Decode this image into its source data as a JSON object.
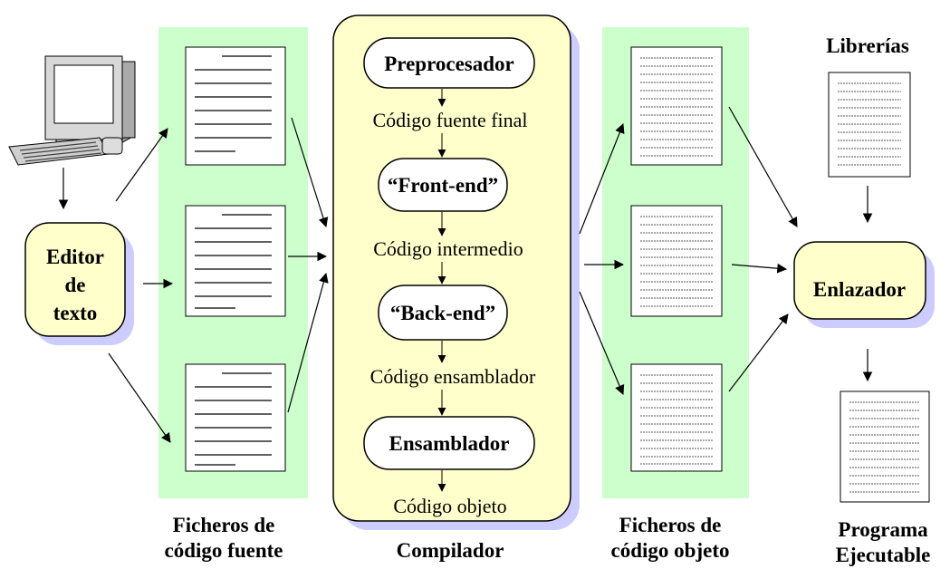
{
  "editor": {
    "line1": "Editor",
    "line2": "de",
    "line3": "texto"
  },
  "source_files": {
    "caption_line1": "Ficheros de",
    "caption_line2": "código fuente"
  },
  "compiler": {
    "caption": "Compilador",
    "stages": {
      "preprocessor": "Preprocesador",
      "frontend": "“Front-end”",
      "backend": "“Back-end”",
      "assembler": "Ensamblador"
    },
    "outputs": {
      "final_source": "Código fuente final",
      "intermediate": "Código intermedio",
      "assembly": "Código ensamblador",
      "object": "Código objeto"
    }
  },
  "object_files": {
    "caption_line1": "Ficheros de",
    "caption_line2": "código objeto"
  },
  "libraries": {
    "label": "Librerías"
  },
  "linker": {
    "label": "Enlazador"
  },
  "executable": {
    "caption_line1": "Programa",
    "caption_line2": "Ejecutable"
  },
  "colors": {
    "green_panel": "#ccffcc",
    "yellow_box": "#ffffcc",
    "shadow": "#ccccff",
    "stroke": "#000000"
  },
  "icons": {
    "computer": "computer-icon",
    "document": "document-icon"
  }
}
